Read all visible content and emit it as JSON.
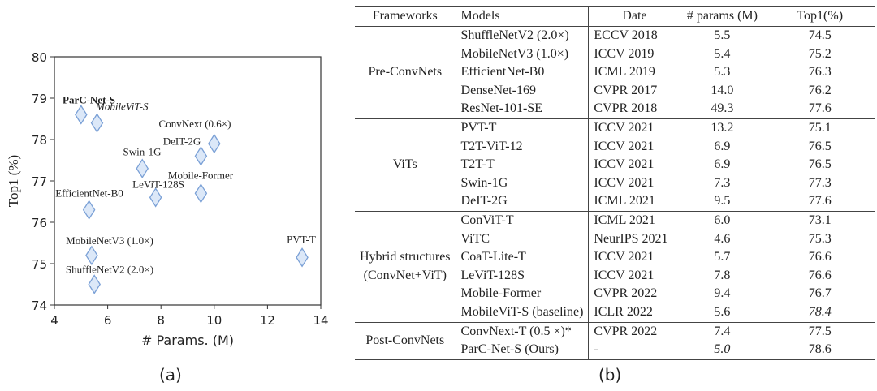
{
  "figure_a": {
    "caption": "(a)",
    "chart_data": {
      "type": "scatter",
      "xlabel": "# Params. (M)",
      "ylabel": "Top1 (%)",
      "xlim": [
        4,
        14
      ],
      "ylim": [
        74,
        80
      ],
      "xticks": [
        4,
        6,
        8,
        10,
        12,
        14
      ],
      "yticks": [
        74,
        75,
        76,
        77,
        78,
        79,
        80
      ],
      "grid": false,
      "marker": "diamond",
      "marker_color": "#dce8f8",
      "marker_edge": "#7aa0d6",
      "points": [
        {
          "label": "ParC-Net-S",
          "x": 5.0,
          "y": 78.6,
          "style": "bold"
        },
        {
          "label": "MobileViT-S",
          "x": 5.6,
          "y": 78.4,
          "style": "italic"
        },
        {
          "label": "ConvNext (0.6×)",
          "x": 10.0,
          "y": 77.9
        },
        {
          "label": "DeIT-2G",
          "x": 9.5,
          "y": 77.6
        },
        {
          "label": "Swin-1G",
          "x": 7.3,
          "y": 77.3
        },
        {
          "label": "Mobile-Former",
          "x": 9.5,
          "y": 76.7
        },
        {
          "label": "LeViT-128S",
          "x": 7.8,
          "y": 76.6
        },
        {
          "label": "EfficientNet-B0",
          "x": 5.3,
          "y": 76.3
        },
        {
          "label": "MobileNetV3 (1.0×)",
          "x": 5.4,
          "y": 75.2
        },
        {
          "label": "ShuffleNetV2 (2.0×)",
          "x": 5.5,
          "y": 74.5
        },
        {
          "label": "PVT-T",
          "x": 13.3,
          "y": 75.15
        }
      ]
    }
  },
  "figure_b": {
    "caption": "(b)",
    "headers": [
      "Frameworks",
      "Models",
      "Date",
      "# params (M)",
      "Top1(%)"
    ],
    "sections": [
      {
        "framework": [
          "Pre-ConvNets"
        ],
        "rows": [
          [
            "ShuffleNetV2 (2.0×)",
            "ECCV 2018",
            "5.5",
            "74.5"
          ],
          [
            "MobileNetV3 (1.0×)",
            "ICCV 2019",
            "5.4",
            "75.2"
          ],
          [
            "EfficientNet-B0",
            "ICML 2019",
            "5.3",
            "76.3"
          ],
          [
            "DenseNet-169",
            "CVPR 2017",
            "14.0",
            "76.2"
          ],
          [
            "ResNet-101-SE",
            "CVPR 2018",
            "49.3",
            "77.6"
          ]
        ]
      },
      {
        "framework": [
          "ViTs"
        ],
        "rows": [
          [
            "PVT-T",
            "ICCV 2021",
            "13.2",
            "75.1"
          ],
          [
            "T2T-ViT-12",
            "ICCV 2021",
            "6.9",
            "76.5"
          ],
          [
            "T2T-T",
            "ICCV 2021",
            "6.9",
            "76.5"
          ],
          [
            "Swin-1G",
            "ICCV 2021",
            "7.3",
            "77.3"
          ],
          [
            "DeIT-2G",
            "ICML 2021",
            "9.5",
            "77.6"
          ]
        ]
      },
      {
        "framework": [
          "Hybrid structures",
          "(ConvNet+ViT)"
        ],
        "rows": [
          [
            "ConViT-T",
            "ICML 2021",
            "6.0",
            "73.1"
          ],
          [
            "ViTC",
            "NeurIPS 2021",
            "4.6",
            "75.3"
          ],
          [
            "CoaT-Lite-T",
            "ICCV 2021",
            "5.7",
            "76.6"
          ],
          [
            "LeViT-128S",
            "ICCV 2021",
            "7.8",
            "76.6"
          ],
          [
            "Mobile-Former",
            "CVPR 2022",
            "9.4",
            "76.7"
          ],
          [
            "MobileViT-S (baseline)",
            "ICLR 2022",
            "5.6",
            "78.4"
          ]
        ]
      },
      {
        "framework": [
          "Post-ConvNets"
        ],
        "rows": [
          [
            "ConvNext-T (0.5 ×)*",
            "CVPR 2022",
            "7.4",
            "77.5"
          ],
          [
            "ParC-Net-S  (Ours)",
            "-",
            "5.0",
            "78.6"
          ]
        ]
      }
    ]
  }
}
